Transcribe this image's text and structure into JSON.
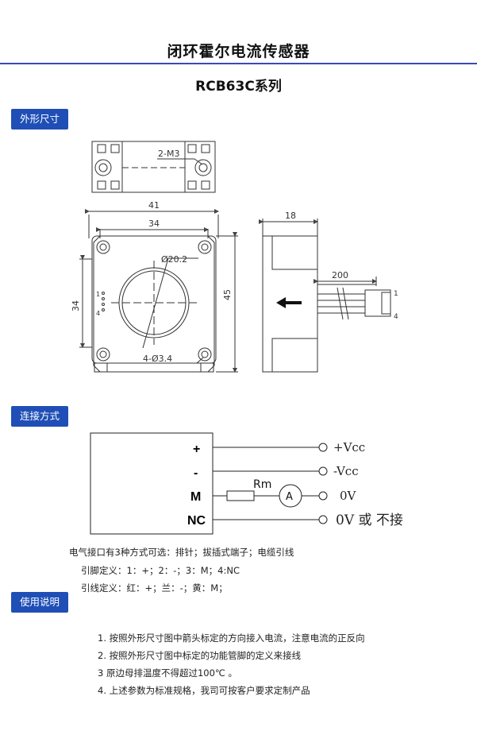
{
  "header": {
    "title": "闭环霍尔电流传感器",
    "subtitle": "RCB63C系列"
  },
  "sections": {
    "dimensions": "外形尺寸",
    "connection": "连接方式",
    "usage": "使用说明"
  },
  "dimension_labels": {
    "screw": "2-M3",
    "width_outer": "41",
    "width_inner": "34",
    "height_outer": "45",
    "height_inner": "34",
    "hole_diameter": "Ø20.2",
    "mount_holes": "4-Ø3.4",
    "pin_one": "1",
    "pin_four": "4",
    "depth": "18",
    "cable_length": "200",
    "cable_pin_one": "1",
    "cable_pin_four": "4"
  },
  "wiring": {
    "pins": [
      "+",
      "-",
      "M",
      "NC"
    ],
    "resistor": "Rm",
    "meter": "A",
    "terminals": [
      "+Vcc",
      "-Vcc",
      "0V",
      "0V 或 不接"
    ]
  },
  "connection_text": {
    "summary": "电气接口有3种方式可选：排针；拔插式端子；电缆引线",
    "pin_definition": "引脚定义：1：+；2：-；3：M；4:NC",
    "wire_definition": "引线定义：红：+；兰：-；黄：M；"
  },
  "usage_notes": [
    "1.  按照外形尺寸图中箭头标定的方向接入电流，注意电流的正反向",
    "2.  按照外形尺寸图中标定的功能管脚的定义来接线",
    "3   原边母排温度不得超过100℃ 。",
    "4.  上述参数为标准规格，我司可按客户要求定制产品"
  ],
  "colors": {
    "accent": "#1f4fb6",
    "rule": "#3b49b8"
  }
}
